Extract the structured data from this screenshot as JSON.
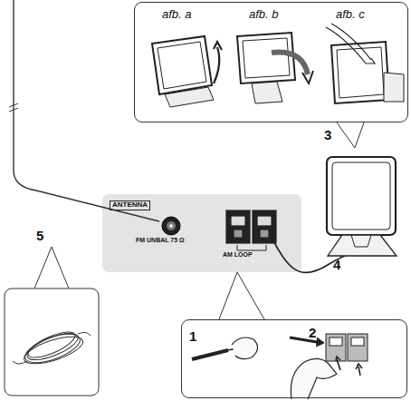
{
  "diagram": {
    "nodes": [
      {
        "text": [
          "afb. a",
          "afb. b",
          "afb. c"
        ]
      },
      {
        "text": [
          "ANTENNA",
          "FM UNBAL 75 Ω",
          "AM LOOP"
        ]
      },
      {
        "text": [
          "1",
          "2"
        ]
      }
    ],
    "labels": [
      "3",
      "4",
      "5"
    ]
  }
}
